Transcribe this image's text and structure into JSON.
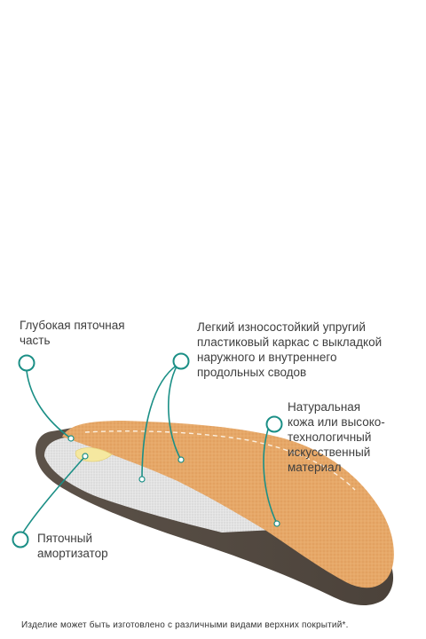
{
  "labels": {
    "heel_cup": [
      "Глубокая пяточная",
      "часть"
    ],
    "frame": [
      "Легкий износостойкий упругий",
      "пластиковый каркас с выкладкой",
      "наружного и внутреннего",
      "продольных сводов"
    ],
    "leather": [
      "Натуральная",
      "кожа или высоко-",
      "технологичный",
      "искусственный",
      "материал"
    ],
    "absorber": [
      "Пяточный",
      "амортизатор"
    ]
  },
  "footnote": "Изделие может быть изготовлено с различными видами верхних покрытий*.",
  "colors": {
    "leader": "#1b8f86",
    "leather": "#e3a567",
    "base": "#5b5148",
    "foam": "#dcdcdc",
    "absorber": "#f5e8a0"
  }
}
